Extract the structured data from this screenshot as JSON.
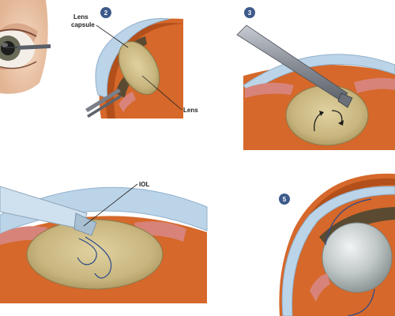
{
  "panels": [
    {
      "step": "",
      "labels": []
    },
    {
      "step": "2",
      "labels": [
        "Lens",
        "capsule",
        "Lens"
      ]
    },
    {
      "step": "3",
      "labels": []
    },
    {
      "step": "",
      "labels": [
        "IOL"
      ]
    },
    {
      "step": "5",
      "labels": []
    }
  ],
  "colors": {
    "background": "#ffffff",
    "step_badge": "#3d5a8a",
    "sclera_orange": "#d5682a",
    "sclera_dark": "#b24f1a",
    "lens_tan": "#c8b57e",
    "iris_brown": "#5a4a32",
    "cornea_blue": "#bcd4e8",
    "instrument_grey": "#8a8f98",
    "iol_blue": "#2a4a8a",
    "tissue_pink": "#d8837a"
  }
}
